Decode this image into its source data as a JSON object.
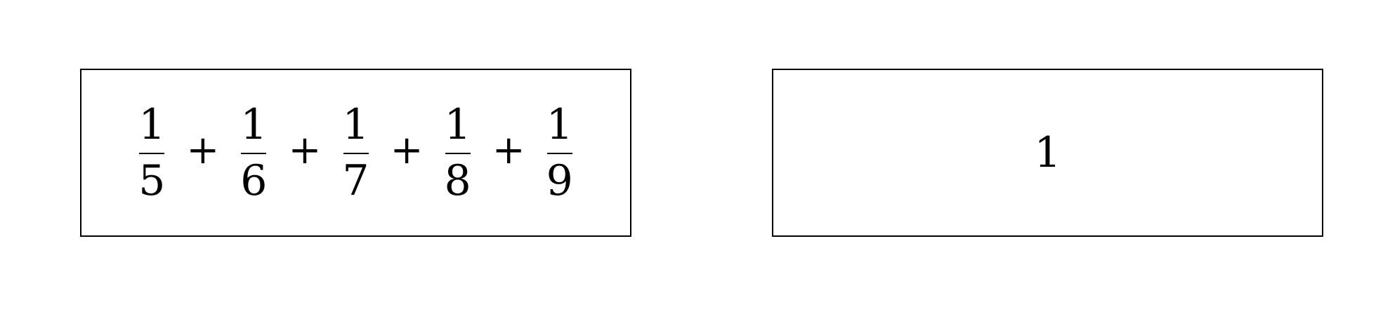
{
  "left_box": {
    "fractions": [
      {
        "numerator": "1",
        "denominator": "5"
      },
      {
        "numerator": "1",
        "denominator": "6"
      },
      {
        "numerator": "1",
        "denominator": "7"
      },
      {
        "numerator": "1",
        "denominator": "8"
      },
      {
        "numerator": "1",
        "denominator": "9"
      }
    ],
    "operator": "+"
  },
  "right_box": {
    "value": "1"
  }
}
